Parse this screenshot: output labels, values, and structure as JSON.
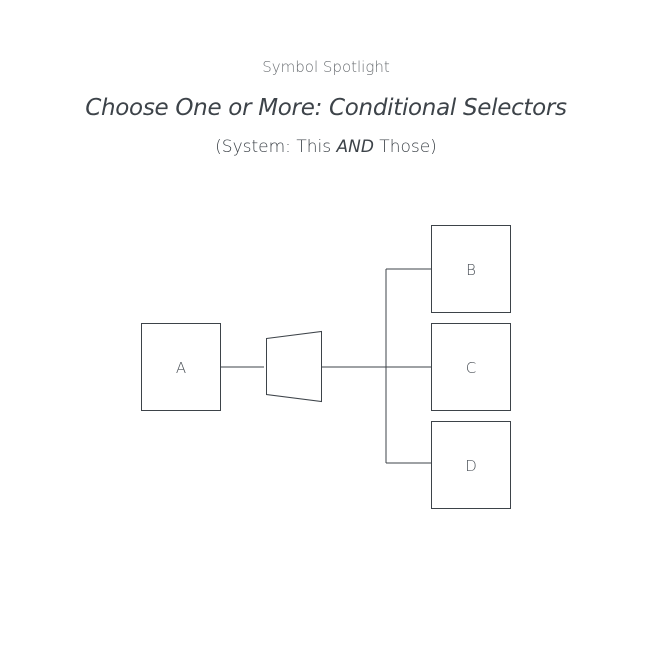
{
  "header": {
    "kicker": "Symbol Spotlight",
    "title": "Choose One or More: Conditional Selectors",
    "subtitle_open": "(System: This ",
    "subtitle_emphasis": "AND",
    "subtitle_close": " Those)"
  },
  "diagram": {
    "source_label": "A",
    "outputs": [
      {
        "label": "B"
      },
      {
        "label": "C"
      },
      {
        "label": "D"
      }
    ]
  },
  "colors": {
    "stroke": "#3d4349",
    "text": "#3d4349",
    "muted": "#6b6f73",
    "background": "#ffffff"
  }
}
